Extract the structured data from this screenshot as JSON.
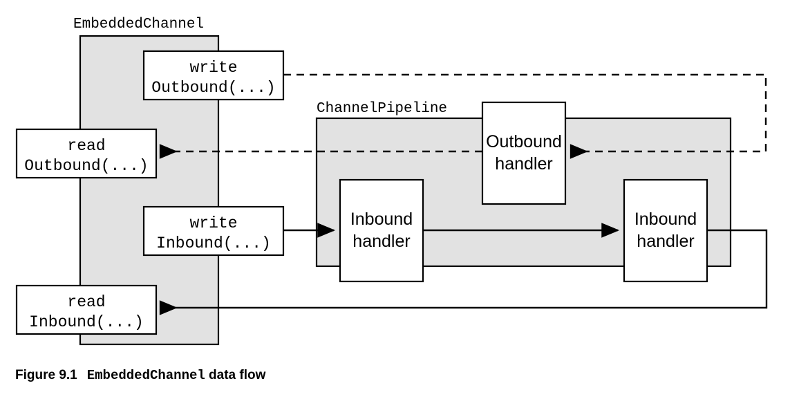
{
  "figure": {
    "caption_label": "Figure 9.1",
    "caption_mono": "EmbeddedChannel",
    "caption_tail": " data flow",
    "colors": {
      "region_fill": "#e2e2e2",
      "box_fill": "#ffffff",
      "stroke": "#000000",
      "background": "#ffffff"
    }
  },
  "regions": {
    "embedded_channel": {
      "label": "EmbeddedChannel"
    },
    "channel_pipeline": {
      "label": "ChannelPipeline"
    }
  },
  "boxes": {
    "write_outbound": {
      "line1": "write",
      "line2": "Outbound(...)"
    },
    "read_outbound": {
      "line1": "read",
      "line2": "Outbound(...)"
    },
    "write_inbound": {
      "line1": "write",
      "line2": "Inbound(...)"
    },
    "read_inbound": {
      "line1": "read",
      "line2": "Inbound(...)"
    },
    "outbound_handler": {
      "line1": "Outbound",
      "line2": "handler"
    },
    "inbound_handler_1": {
      "line1": "Inbound",
      "line2": "handler"
    },
    "inbound_handler_2": {
      "line1": "Inbound",
      "line2": "handler"
    }
  },
  "flows": {
    "outbound_flow_style": "dashed",
    "inbound_flow_style": "solid"
  }
}
